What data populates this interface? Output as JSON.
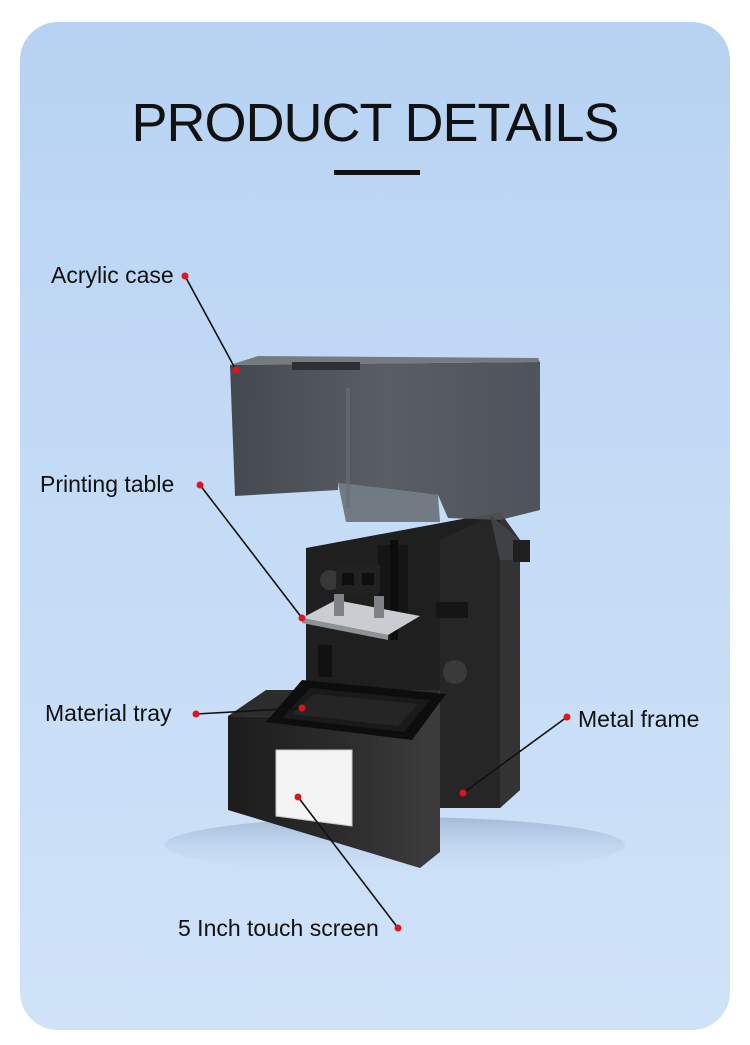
{
  "title": "PRODUCT DETAILS",
  "colors": {
    "background_top": "#b7d2f2",
    "background_bottom": "#cfe2f8",
    "callout_dot": "#e0141e",
    "callout_line": "#111111",
    "body": "#2b2b2b",
    "cover": "#4d5156"
  },
  "callouts": [
    {
      "id": "acrylic-case",
      "label": "Acrylic case"
    },
    {
      "id": "printing-table",
      "label": "Printing table"
    },
    {
      "id": "material-tray",
      "label": "Material tray"
    },
    {
      "id": "metal-frame",
      "label": "Metal frame"
    },
    {
      "id": "touch-screen",
      "label": "5 Inch touch screen"
    }
  ]
}
